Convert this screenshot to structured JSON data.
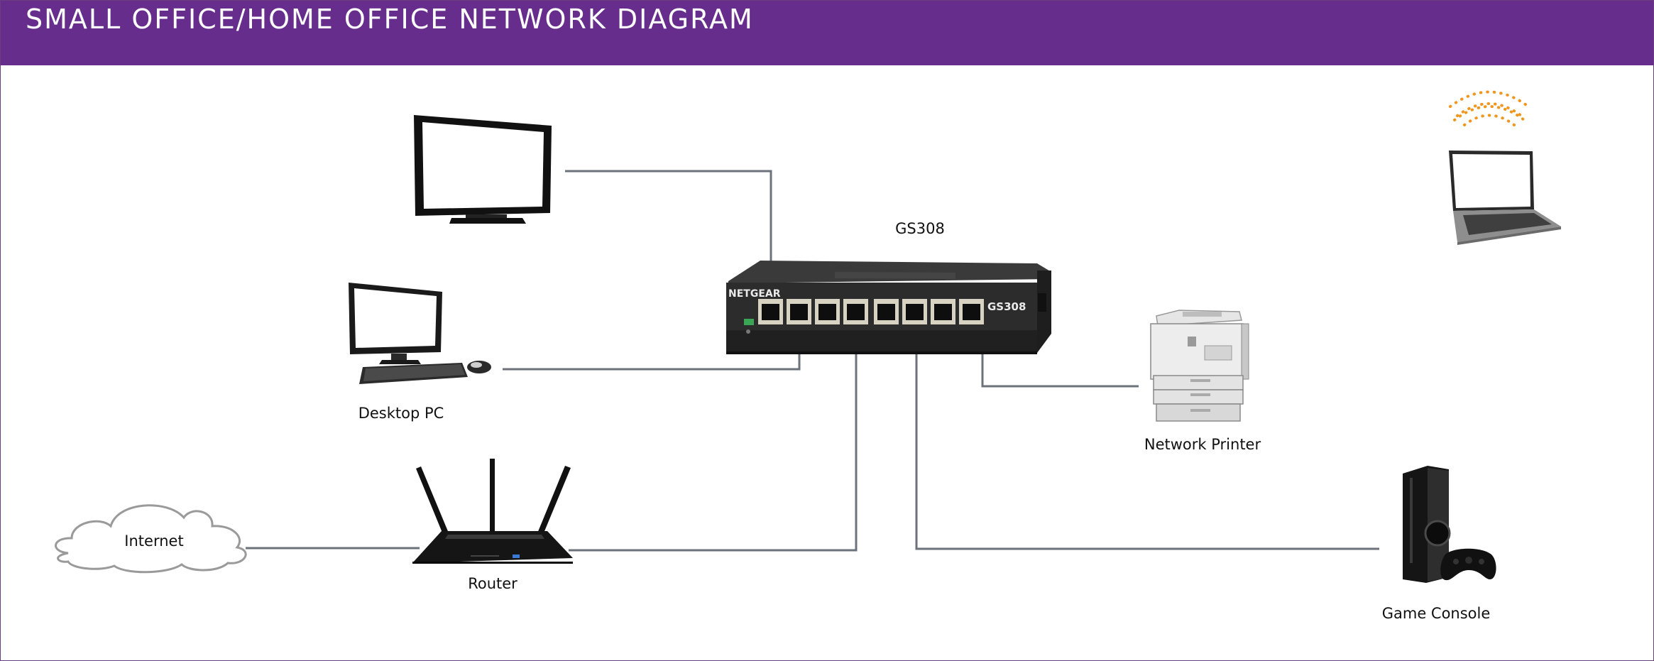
{
  "header": {
    "title": "SMALL OFFICE/HOME OFFICE NETWORK DIAGRAM",
    "background_color": "#672d8d",
    "text_color": "#ffffff"
  },
  "switch": {
    "model_label": "GS308",
    "brand_text": "NETGEAR",
    "panel_model_text": "GS308",
    "port_count": 8
  },
  "devices": {
    "tv": {
      "label": ""
    },
    "desktop": {
      "label": "Desktop PC"
    },
    "router": {
      "label": "Router"
    },
    "internet": {
      "label": "Internet"
    },
    "printer": {
      "label": "Network Printer"
    },
    "console": {
      "label": "Game Console"
    },
    "laptop": {
      "label": ""
    }
  },
  "colors": {
    "cable": "#6b7279",
    "wifi": "#f0961e",
    "device_dark": "#1a1a1a",
    "switch_body": "#2c2c2c"
  },
  "icons": [
    "tv-icon",
    "desktop-pc-icon",
    "router-icon",
    "cloud-icon",
    "switch-icon",
    "printer-icon",
    "game-console-icon",
    "laptop-icon",
    "wifi-icon"
  ]
}
